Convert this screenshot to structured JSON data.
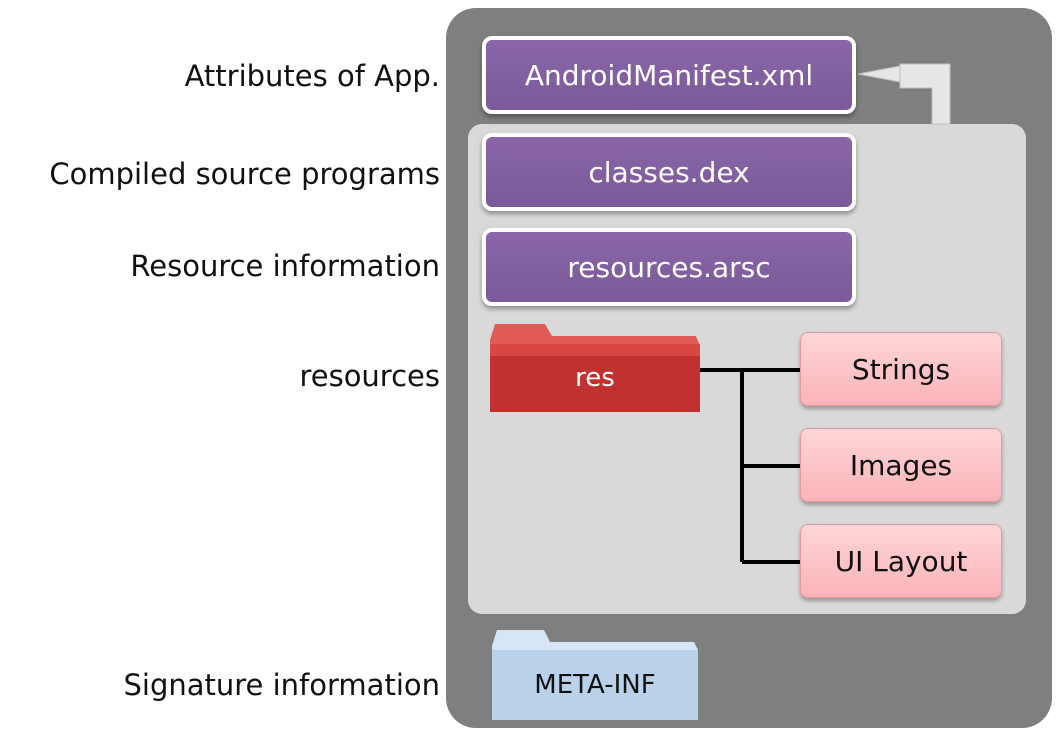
{
  "labels": {
    "attributes": "Attributes of App.",
    "compiled": "Compiled source programs",
    "resource_info": "Resource information",
    "resources": "resources",
    "signature": "Signature information"
  },
  "boxes": {
    "manifest": "AndroidManifest.xml",
    "classes": "classes.dex",
    "arsc": "resources.arsc"
  },
  "folders": {
    "res": "res",
    "meta": "META-INF"
  },
  "res_items": [
    "Strings",
    "Images",
    "UI Layout"
  ],
  "colors": {
    "outer": "#7f7f7f",
    "inner": "#d9d9d9",
    "purple": "#7b5a99",
    "res_folder": "#c0312f",
    "meta_folder": "#b9d2ea",
    "pink": "#f9b3b8"
  }
}
